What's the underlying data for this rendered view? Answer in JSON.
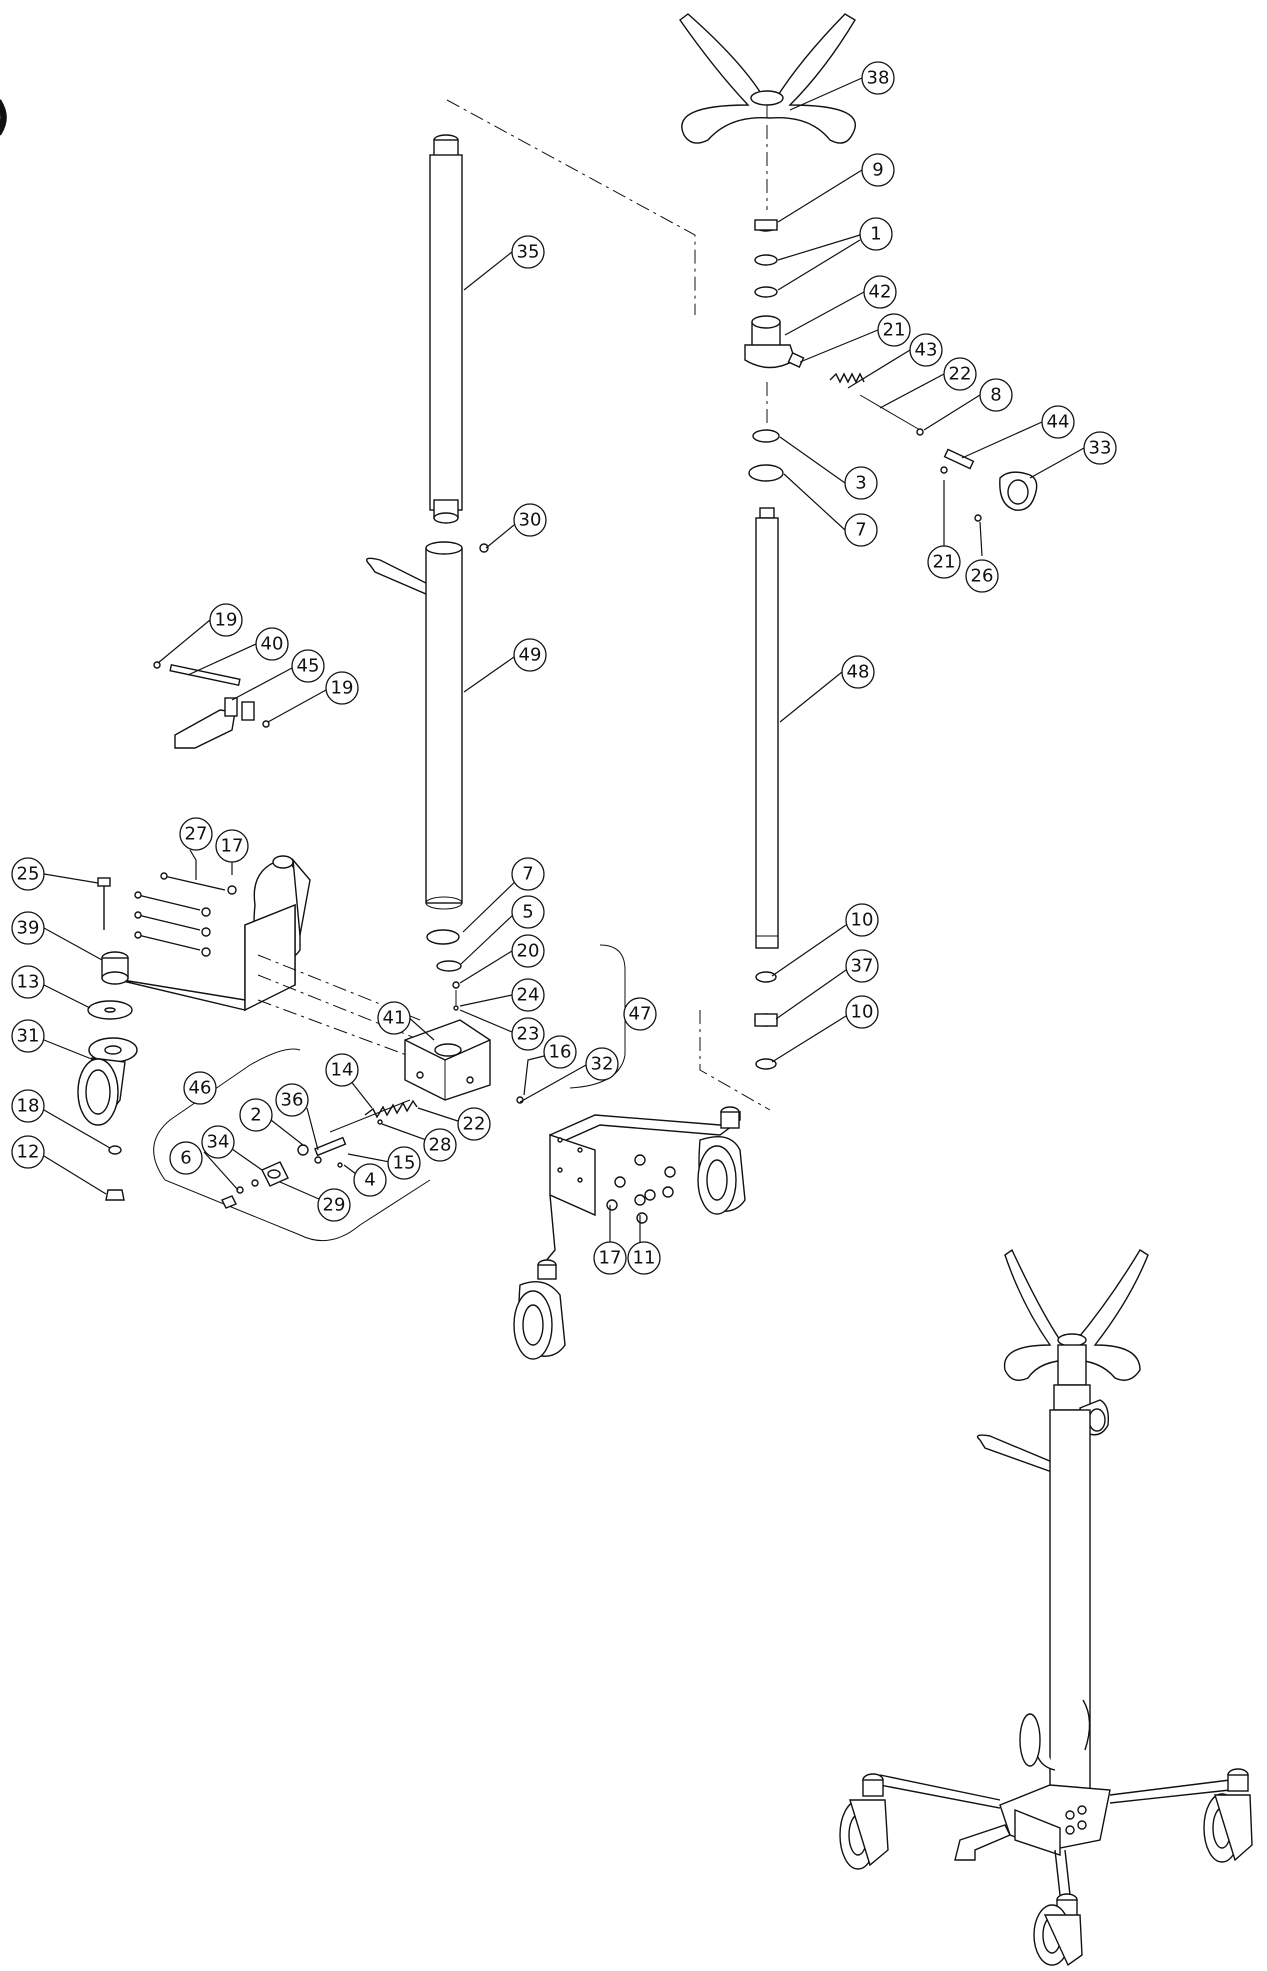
{
  "figure": {
    "partial_label": ")"
  },
  "callouts": [
    {
      "id": "c38",
      "label": "38"
    },
    {
      "id": "c9",
      "label": "9"
    },
    {
      "id": "c1",
      "label": "1"
    },
    {
      "id": "c42",
      "label": "42"
    },
    {
      "id": "c21a",
      "label": "21"
    },
    {
      "id": "c43",
      "label": "43"
    },
    {
      "id": "c22a",
      "label": "22"
    },
    {
      "id": "c8",
      "label": "8"
    },
    {
      "id": "c44",
      "label": "44"
    },
    {
      "id": "c33",
      "label": "33"
    },
    {
      "id": "c3",
      "label": "3"
    },
    {
      "id": "c7a",
      "label": "7"
    },
    {
      "id": "c21b",
      "label": "21"
    },
    {
      "id": "c26",
      "label": "26"
    },
    {
      "id": "c35",
      "label": "35"
    },
    {
      "id": "c30",
      "label": "30"
    },
    {
      "id": "c49",
      "label": "49"
    },
    {
      "id": "c48",
      "label": "48"
    },
    {
      "id": "c19a",
      "label": "19"
    },
    {
      "id": "c40",
      "label": "40"
    },
    {
      "id": "c45",
      "label": "45"
    },
    {
      "id": "c19b",
      "label": "19"
    },
    {
      "id": "c27",
      "label": "27"
    },
    {
      "id": "c17a",
      "label": "17"
    },
    {
      "id": "c25",
      "label": "25"
    },
    {
      "id": "c39",
      "label": "39"
    },
    {
      "id": "c13",
      "label": "13"
    },
    {
      "id": "c31",
      "label": "31"
    },
    {
      "id": "c7b",
      "label": "7"
    },
    {
      "id": "c5",
      "label": "5"
    },
    {
      "id": "c20",
      "label": "20"
    },
    {
      "id": "c24",
      "label": "24"
    },
    {
      "id": "c23",
      "label": "23"
    },
    {
      "id": "c41",
      "label": "41"
    },
    {
      "id": "c47",
      "label": "47"
    },
    {
      "id": "c16",
      "label": "16"
    },
    {
      "id": "c32",
      "label": "32"
    },
    {
      "id": "c14",
      "label": "14"
    },
    {
      "id": "c22b",
      "label": "22"
    },
    {
      "id": "c28",
      "label": "28"
    },
    {
      "id": "c15",
      "label": "15"
    },
    {
      "id": "c46",
      "label": "46"
    },
    {
      "id": "c36",
      "label": "36"
    },
    {
      "id": "c2",
      "label": "2"
    },
    {
      "id": "c34",
      "label": "34"
    },
    {
      "id": "c4",
      "label": "4"
    },
    {
      "id": "c29",
      "label": "29"
    },
    {
      "id": "c6",
      "label": "6"
    },
    {
      "id": "c18",
      "label": "18"
    },
    {
      "id": "c12",
      "label": "12"
    },
    {
      "id": "c10a",
      "label": "10"
    },
    {
      "id": "c37",
      "label": "37"
    },
    {
      "id": "c10b",
      "label": "10"
    },
    {
      "id": "c17b",
      "label": "17"
    },
    {
      "id": "c11",
      "label": "11"
    }
  ]
}
